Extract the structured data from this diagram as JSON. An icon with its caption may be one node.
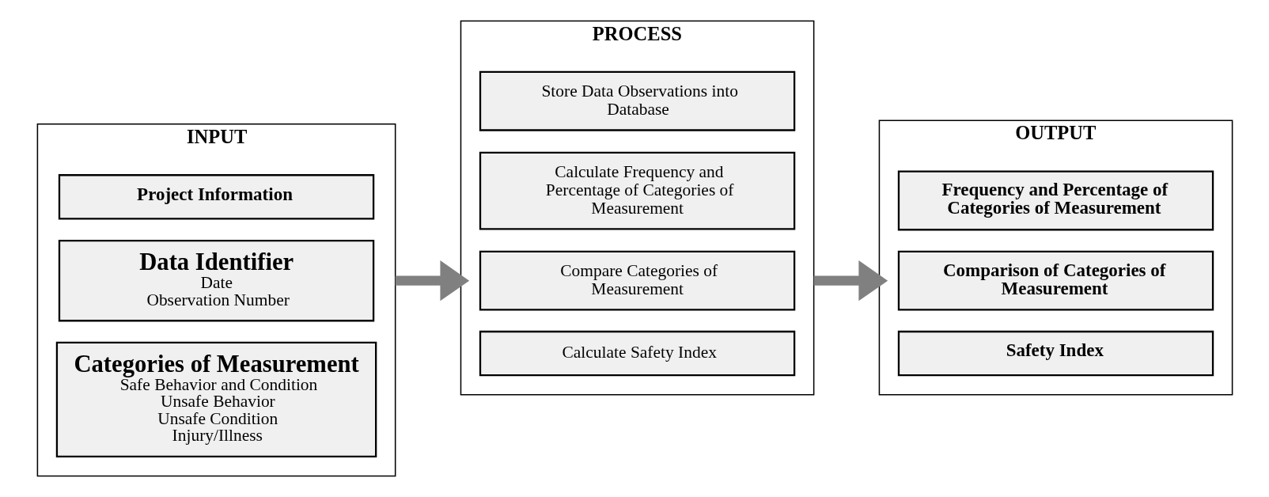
{
  "diagram": {
    "nodes": [
      {
        "text": [
          "INPUT"
        ]
      },
      {
        "text": [
          "Project Information"
        ],
        "in": 0
      },
      {
        "text": [
          "Data Identifier",
          "Date",
          "Observation Number"
        ],
        "in": 0
      },
      {
        "text": [
          "Categories of Measurement",
          "Safe Behavior and Condition",
          "Unsafe Behavior",
          "Unsafe Condition",
          "Injury/Illness"
        ],
        "in": 0
      },
      {
        "text": [
          "PROCESS"
        ]
      },
      {
        "text": [
          "Store Data Observations into Database"
        ],
        "in": 4
      },
      {
        "text": [
          "Calculate Frequency and Percentage of Categories of Measurement"
        ],
        "in": 4
      },
      {
        "text": [
          "Compare Categories of Measurement"
        ],
        "in": 4
      },
      {
        "text": [
          "Calculate Safety Index"
        ],
        "in": 4
      },
      {
        "text": [
          "OUTPUT"
        ]
      },
      {
        "text": [
          "Frequency and Percentage of Categories of Measurement"
        ],
        "in": 9
      },
      {
        "text": [
          "Comparison of Categories of Measurement"
        ],
        "in": 9
      },
      {
        "text": [
          "Safety Index"
        ],
        "in": 9
      }
    ],
    "edges": [
      {
        "from": 0,
        "to": 4,
        "arrow": "to"
      },
      {
        "from": 4,
        "to": 9,
        "arrow": "to"
      }
    ]
  }
}
